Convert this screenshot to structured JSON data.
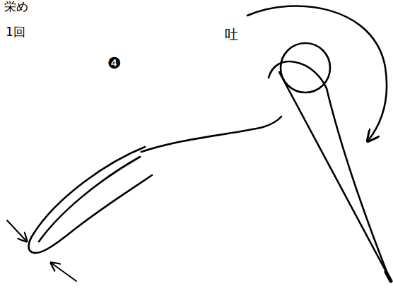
{
  "diagram": {
    "labels": [
      "栄め",
      "1回",
      "吐",
      "❹"
    ]
  }
}
